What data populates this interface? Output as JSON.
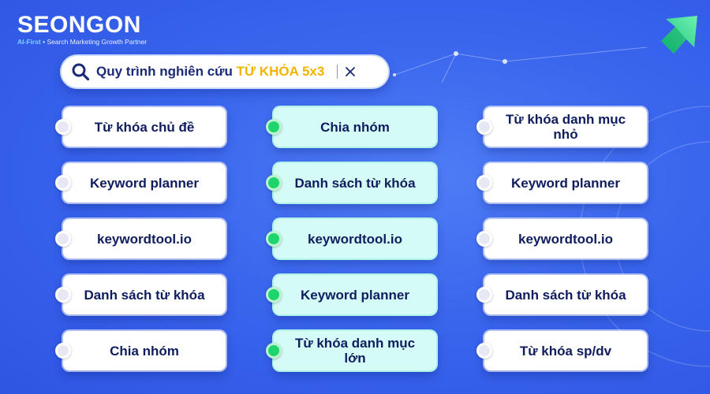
{
  "brand": {
    "name": "SEONGON",
    "tagline_ai": "AI-First",
    "tagline_rest": " • Search Marketing Growth Partner"
  },
  "search": {
    "prefix": "Quy trình nghiên cứu ",
    "highlight": "TỪ KHÓA 5x3",
    "highlight_color": "#f2b400",
    "icon": "search-icon",
    "close_icon": "close-icon"
  },
  "columns": [
    {
      "items": [
        "Từ khóa chủ đề",
        "Keyword planner",
        "keywordtool.io",
        "Danh sách từ khóa",
        "Chia nhóm"
      ]
    },
    {
      "items": [
        "Chia nhóm",
        "Danh sách từ khóa",
        "keywordtool.io",
        "Keyword planner",
        "Từ khóa danh mục lớn"
      ]
    },
    {
      "items": [
        "Từ khóa danh mục nhỏ",
        "Keyword planner",
        "keywordtool.io",
        "Danh sách từ khóa",
        "Từ khóa sp/dv"
      ]
    }
  ],
  "colors": {
    "background": "#3a66ee",
    "card": "#ffffff",
    "card_highlight": "#d5fbf7",
    "dot_active": "#1ed46d",
    "dot_inactive": "#e6e9f3"
  }
}
